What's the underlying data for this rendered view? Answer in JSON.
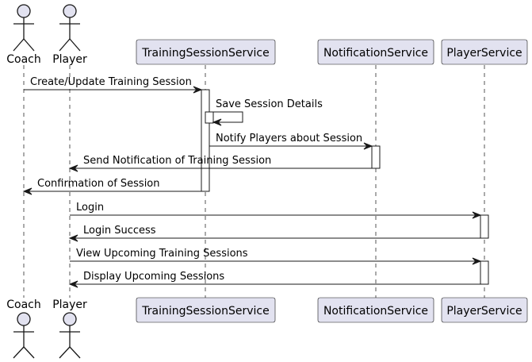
{
  "participants": [
    {
      "id": "coach",
      "label": "Coach",
      "kind": "actor"
    },
    {
      "id": "player",
      "label": "Player",
      "kind": "actor"
    },
    {
      "id": "training",
      "label": "TrainingSessionService",
      "kind": "participant"
    },
    {
      "id": "notification",
      "label": "NotificationService",
      "kind": "participant"
    },
    {
      "id": "playerservice",
      "label": "PlayerService",
      "kind": "participant"
    }
  ],
  "messages": [
    {
      "from": "coach",
      "to": "training",
      "label": "Create/Update Training Session"
    },
    {
      "from": "training",
      "to": "training",
      "label": "Save Session Details"
    },
    {
      "from": "training",
      "to": "notification",
      "label": "Notify Players about Session"
    },
    {
      "from": "notification",
      "to": "player",
      "label": "Send Notification of Training Session"
    },
    {
      "from": "training",
      "to": "coach",
      "label": "Confirmation of Session"
    },
    {
      "from": "player",
      "to": "playerservice",
      "label": "Login"
    },
    {
      "from": "playerservice",
      "to": "player",
      "label": "Login Success"
    },
    {
      "from": "player",
      "to": "playerservice",
      "label": "View Upcoming Training Sessions"
    },
    {
      "from": "playerservice",
      "to": "player",
      "label": "Display Upcoming Sessions"
    }
  ],
  "colors": {
    "participant_fill": "#E2E2F0",
    "stroke": "#181818",
    "lifeline": "#555555"
  }
}
